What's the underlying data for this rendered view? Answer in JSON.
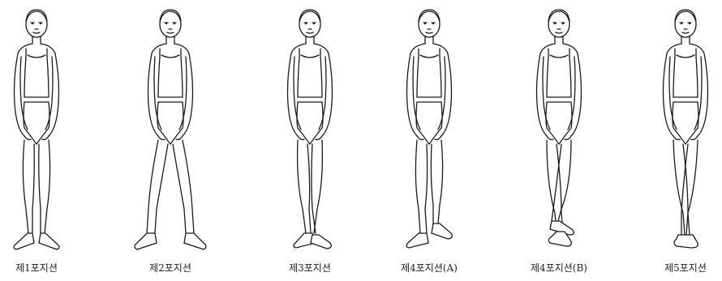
{
  "positions": [
    {
      "id": "p1",
      "caption": "제1포지션"
    },
    {
      "id": "p2",
      "caption": "제2포지션"
    },
    {
      "id": "p3",
      "caption": "제3포지션"
    },
    {
      "id": "p4a",
      "caption": "제4포지션(A)"
    },
    {
      "id": "p4b",
      "caption": "제4포지션(B)"
    },
    {
      "id": "p5",
      "caption": "제5포지션"
    }
  ]
}
